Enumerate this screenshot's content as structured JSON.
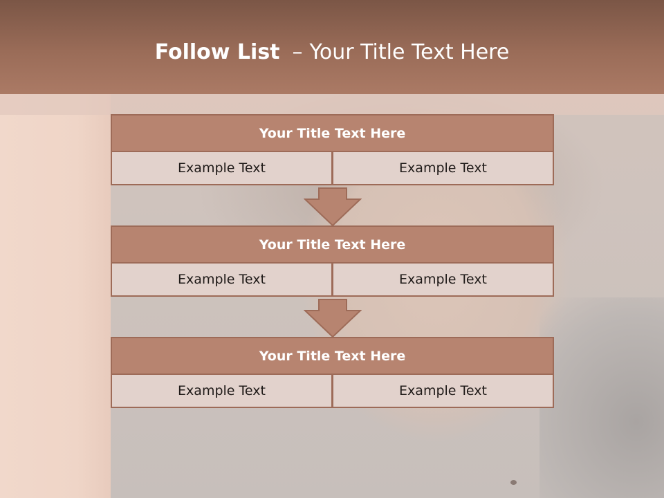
{
  "slide": {
    "title_bold": "Follow List",
    "title_separator": "–",
    "title_rest": "Your Title Text Here"
  },
  "blocks": [
    {
      "title": "Your Title Text Here",
      "left_text": "Example Text",
      "right_text": "Example Text"
    },
    {
      "title": "Your Title Text Here",
      "left_text": "Example Text",
      "right_text": "Example Text"
    },
    {
      "title": "Your Title Text Here",
      "left_text": "Example Text",
      "right_text": "Example Text"
    }
  ],
  "colors": {
    "header": "#9a6c58",
    "block_title": "#b78470",
    "cell": "#e2d2cc",
    "border": "#9d6b58"
  }
}
